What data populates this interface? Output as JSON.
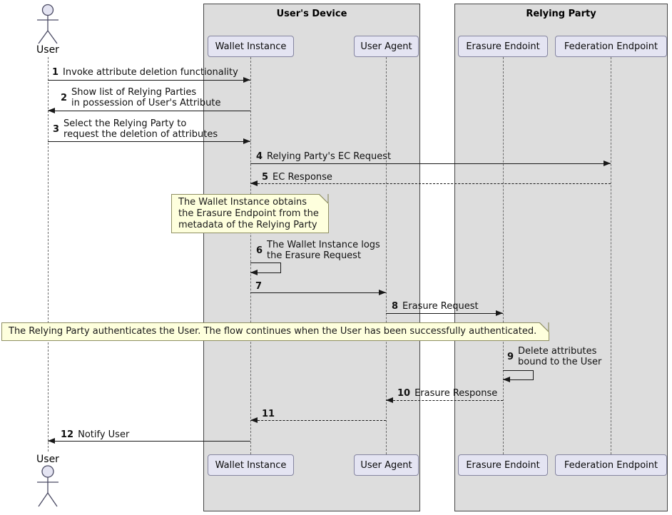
{
  "frames": [
    {
      "title": "User's Device"
    },
    {
      "title": "Relying Party"
    }
  ],
  "actor": {
    "name": "User"
  },
  "participants": [
    {
      "label": "Wallet Instance"
    },
    {
      "label": "User Agent"
    },
    {
      "label": "Erasure Endoint"
    },
    {
      "label": "Federation Endpoint"
    }
  ],
  "messages": [
    {
      "num": "1",
      "text": "Invoke attribute deletion functionality"
    },
    {
      "num": "2",
      "text": "Show list of Relying Parties\nin possession of User's Attribute"
    },
    {
      "num": "3",
      "text": "Select the Relying Party to\nrequest the deletion of attributes"
    },
    {
      "num": "4",
      "text": "Relying Party's EC Request"
    },
    {
      "num": "5",
      "text": "EC Response"
    },
    {
      "num": "6",
      "text": "The Wallet Instance logs\nthe Erasure Request"
    },
    {
      "num": "7",
      "text": ""
    },
    {
      "num": "8",
      "text": "Erasure Request"
    },
    {
      "num": "9",
      "text": "Delete attributes\nbound to the User"
    },
    {
      "num": "10",
      "text": "Erasure Response"
    },
    {
      "num": "11",
      "text": ""
    },
    {
      "num": "12",
      "text": "Notify User"
    }
  ],
  "notes": [
    {
      "text": "The Wallet Instance obtains\nthe Erasure Endpoint from the\nmetadata of the Relying Party"
    },
    {
      "text": "The Relying Party authenticates the User. The flow continues when the User has been successfully authenticated."
    }
  ],
  "colors": {
    "frame_fill": "#dddddd",
    "frame_border": "#454545",
    "participant_fill": "#e4e4f2",
    "participant_border": "#8585a0",
    "note_fill": "#feffdd",
    "note_border": "#8f8f63",
    "arrow": "#181818",
    "lifeline": "#6b6b6b"
  }
}
